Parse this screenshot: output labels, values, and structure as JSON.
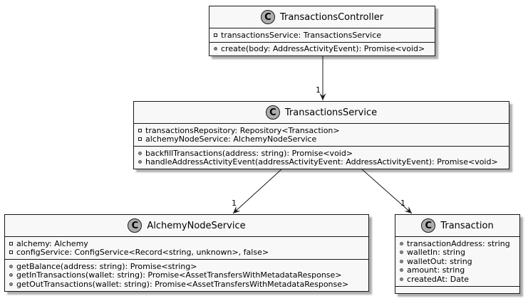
{
  "classes": {
    "controller": {
      "name": "TransactionsController",
      "badge": "C",
      "attributes": [
        {
          "visibility": "private",
          "text": "transactionsService: TransactionsService"
        }
      ],
      "operations": [
        {
          "visibility": "public",
          "text": "create(body: AddressActivityEvent): Promise<void>"
        }
      ]
    },
    "service": {
      "name": "TransactionsService",
      "badge": "C",
      "attributes": [
        {
          "visibility": "private",
          "text": "transactionsRepository: Repository<Transaction>"
        },
        {
          "visibility": "private",
          "text": "alchemyNodeService: AlchemyNodeService"
        }
      ],
      "operations": [
        {
          "visibility": "public",
          "text": "backfillTransactions(address: string): Promise<void>"
        },
        {
          "visibility": "public",
          "text": "handleAddressActivityEvent(addressActivityEvent: AddressActivityEvent): Promise<void>"
        }
      ]
    },
    "alchemy": {
      "name": "AlchemyNodeService",
      "badge": "C",
      "attributes": [
        {
          "visibility": "private",
          "text": "alchemy: Alchemy"
        },
        {
          "visibility": "private",
          "text": "configService: ConfigService<Record<string, unknown>, false>"
        }
      ],
      "operations": [
        {
          "visibility": "public",
          "text": "getBalance(address: string): Promise<string>"
        },
        {
          "visibility": "public",
          "text": "getInTransactions(wallet: string): Promise<AssetTransfersWithMetadataResponse>"
        },
        {
          "visibility": "public",
          "text": "getOutTransactions(wallet: string): Promise<AssetTransfersWithMetadataResponse>"
        }
      ]
    },
    "transaction": {
      "name": "Transaction",
      "badge": "C",
      "attributes": [
        {
          "visibility": "public",
          "text": "transactionAddress: string"
        },
        {
          "visibility": "public",
          "text": "walletIn: string"
        },
        {
          "visibility": "public",
          "text": "walletOut: string"
        },
        {
          "visibility": "public",
          "text": "amount: string"
        },
        {
          "visibility": "public",
          "text": "createdAt: Date"
        }
      ],
      "operations": []
    }
  },
  "edges": [
    {
      "from": "controller",
      "to": "service",
      "multiplicity": "1"
    },
    {
      "from": "service",
      "to": "alchemy",
      "multiplicity": "1"
    },
    {
      "from": "service",
      "to": "transaction",
      "multiplicity": "1"
    }
  ]
}
